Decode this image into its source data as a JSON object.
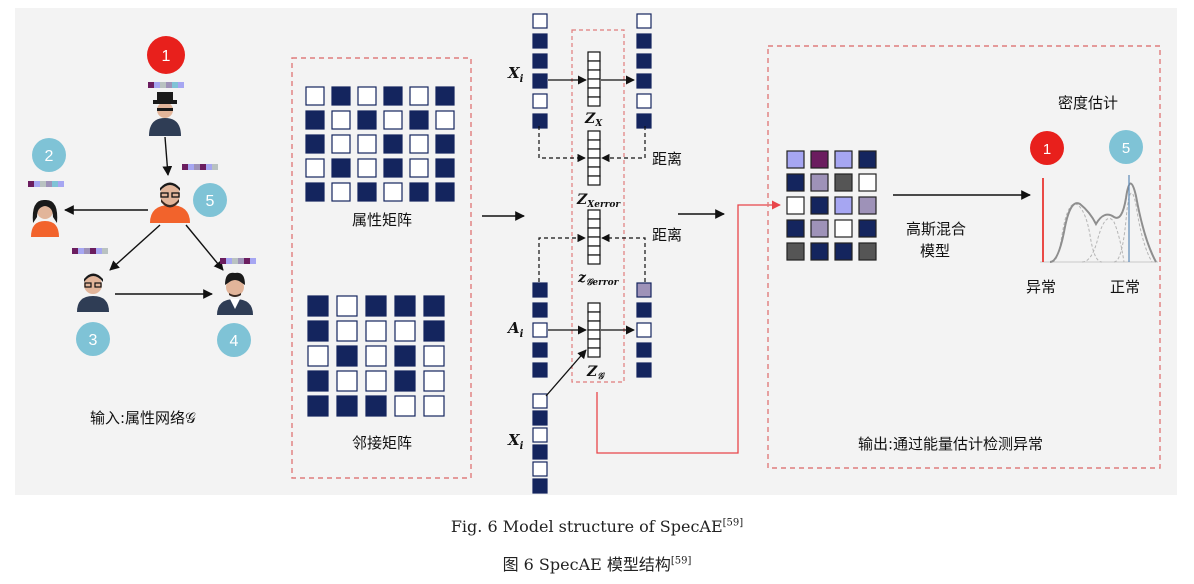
{
  "colors": {
    "navy": "#14255e",
    "red_node": "#e8201c",
    "teal_node": "#7fc3d6",
    "dashed_border": "#e07c7c",
    "red_line": "#e8454a",
    "lavender": "#a6a6f2",
    "purple": "#6b1d5f",
    "mauve": "#9e92b8",
    "gray": "#555555",
    "mint_gray": "#b9c2c1"
  },
  "graph": {
    "nodes": [
      {
        "id": "1",
        "color": "red"
      },
      {
        "id": "2",
        "color": "teal"
      },
      {
        "id": "3",
        "color": "teal"
      },
      {
        "id": "4",
        "color": "teal"
      },
      {
        "id": "5",
        "color": "teal"
      }
    ],
    "caption": "输入:属性网络𝒢"
  },
  "input_panel": {
    "attr_matrix_label": "属性矩阵",
    "adj_matrix_label": "邻接矩阵"
  },
  "encoder": {
    "x_label": "X",
    "x_sub": "i",
    "a_label": "A",
    "a_sub": "i",
    "x2_label": "X",
    "x2_sub": "i",
    "zx_label": "Z",
    "zx_sub": "X",
    "zxerr_label": "Z",
    "zxerr_sub": "Xerror",
    "zgerr_label": "z",
    "zgerr_sub": "𝒢error",
    "zg_label": "Z",
    "zg_sub": "𝒢",
    "distance_label": "距离"
  },
  "output_panel": {
    "gmm_label_line1": "高斯混合",
    "gmm_label_line2": "模型",
    "density_label": "密度估计",
    "node_anomaly": "1",
    "node_normal": "5",
    "anomaly_label": "异常",
    "normal_label": "正常",
    "caption": "输出:通过能量估计检测异常"
  },
  "caption": {
    "en_prefix": "Fig. 6   Model structure of SpecAE",
    "en_ref": "[59]",
    "zh_prefix": "图 6   SpecAE 模型结构",
    "zh_ref": "[59]"
  }
}
